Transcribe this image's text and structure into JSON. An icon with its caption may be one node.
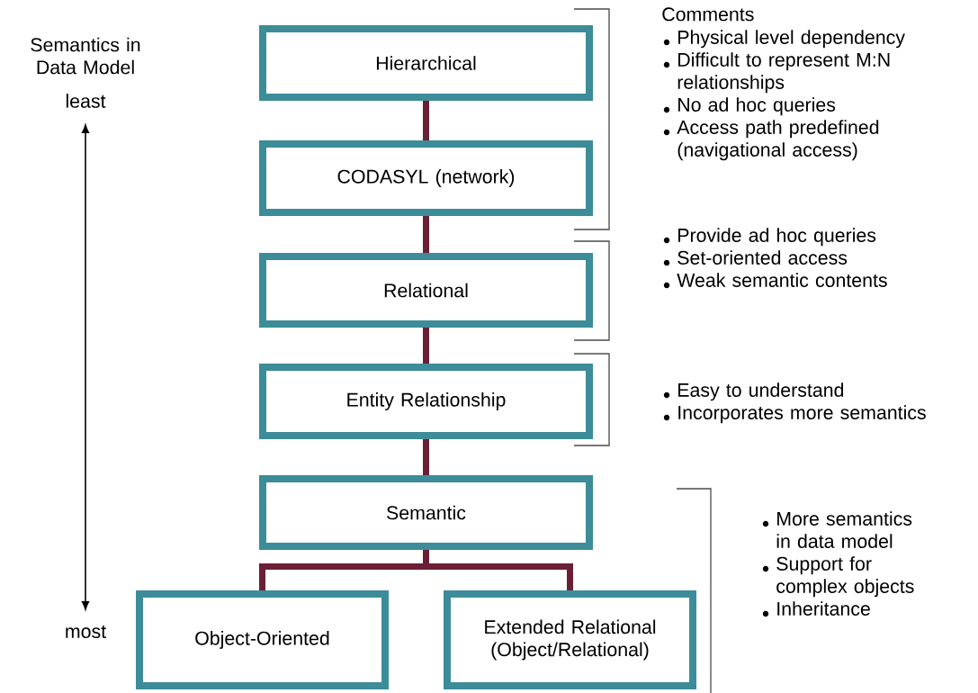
{
  "diagram": {
    "nodes": [
      {
        "text": [
          "Hierarchical"
        ]
      },
      {
        "text": [
          "CODASYL (network)"
        ]
      },
      {
        "text": [
          "Relational"
        ]
      },
      {
        "text": [
          "Entity Relationship"
        ]
      },
      {
        "text": [
          "Semantic"
        ]
      },
      {
        "text": [
          "Object-Oriented"
        ]
      },
      {
        "text": [
          "Extended Relational (Object/Relational)"
        ]
      }
    ],
    "edges": [
      {
        "from": 0,
        "to": 1,
        "arrow": "none"
      },
      {
        "from": 1,
        "to": 2,
        "arrow": "none"
      },
      {
        "from": 2,
        "to": 3,
        "arrow": "none"
      },
      {
        "from": 3,
        "to": 4,
        "arrow": "none"
      },
      {
        "from": 4,
        "to": 5,
        "arrow": "none"
      },
      {
        "from": 4,
        "to": 6,
        "arrow": "none"
      }
    ],
    "labels": [
      "Semantics in Data Model",
      "least",
      "Comments",
      "Physical level dependency",
      "Difficult to represent M:N relationships",
      "No ad hoc queries",
      "Access path predefined (navigational access)",
      "Provide ad hoc queries",
      "Set-oriented access",
      "Weak semantic contents",
      "Easy to understand",
      "Incorporates more semantics",
      "More semantics in data model",
      "Support for complex objects",
      "Inheritance",
      "most"
    ]
  }
}
